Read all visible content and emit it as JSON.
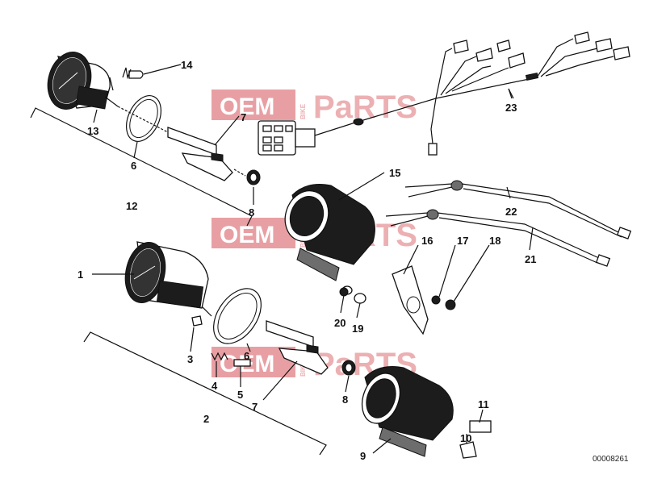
{
  "watermark": {
    "left": "OEM",
    "vertical": "BIKE",
    "right": "PaRTS"
  },
  "reference": "00008261",
  "callouts": [
    "1",
    "2",
    "3",
    "4",
    "5",
    "6",
    "7",
    "8",
    "9",
    "10",
    "11",
    "12",
    "13",
    "14",
    "15",
    "16",
    "17",
    "18",
    "19",
    "20",
    "21",
    "22",
    "23",
    "6",
    "7",
    "8"
  ]
}
